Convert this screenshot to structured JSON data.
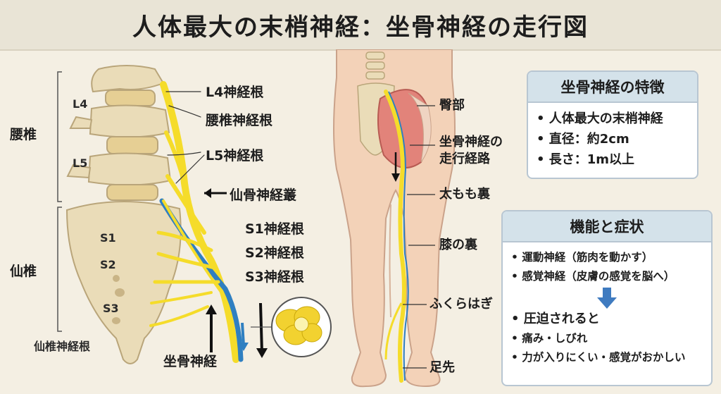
{
  "title": "人体最大の末梢神経：坐骨神経の走行図",
  "left_labels": {
    "lumbar": "腰椎",
    "sacral": "仙椎",
    "l4": "L4",
    "l5": "L5",
    "s1": "S1",
    "s2": "S2",
    "s3": "S3",
    "l4_root": "L4神経根",
    "lumbar_roots": "腰椎神経根",
    "l5_root": "L5神経根",
    "sacral_plexus": "仙骨神経叢",
    "s1_root": "S1神経根",
    "s2_root": "S2神経根",
    "s3_root": "S3神経根",
    "sacral_roots": "仙椎神経根",
    "sciatic": "坐骨神経"
  },
  "body_labels": {
    "buttock": "臀部",
    "path_line1": "坐骨神経の",
    "path_line2": "走行経路",
    "thigh_back": "太もも裏",
    "knee_back": "膝の裏",
    "calf": "ふくらはぎ",
    "toes": "足先"
  },
  "features": {
    "heading": "坐骨神経の特徴",
    "items": [
      "• 人体最大の末梢神経",
      "• 直径：約2cm",
      "• 長さ：1m以上"
    ]
  },
  "functions": {
    "heading": "機能と症状",
    "items": [
      "• 運動神経（筋肉を動かす）",
      "• 感覚神経（皮膚の感覚を脳へ）"
    ],
    "compressed": "• 圧迫されると",
    "symptoms": [
      "• 痛み・しびれ",
      "• 力が入りにくい・感覚がおかしい"
    ]
  },
  "colors": {
    "nerve_yellow": "#f5dc2a",
    "nerve_blue": "#2f7fc1",
    "bone": "#eadcb8",
    "skin": "#f3d2b8",
    "muscle": "#e2837a",
    "accent_blue": "#3f7bc0"
  }
}
